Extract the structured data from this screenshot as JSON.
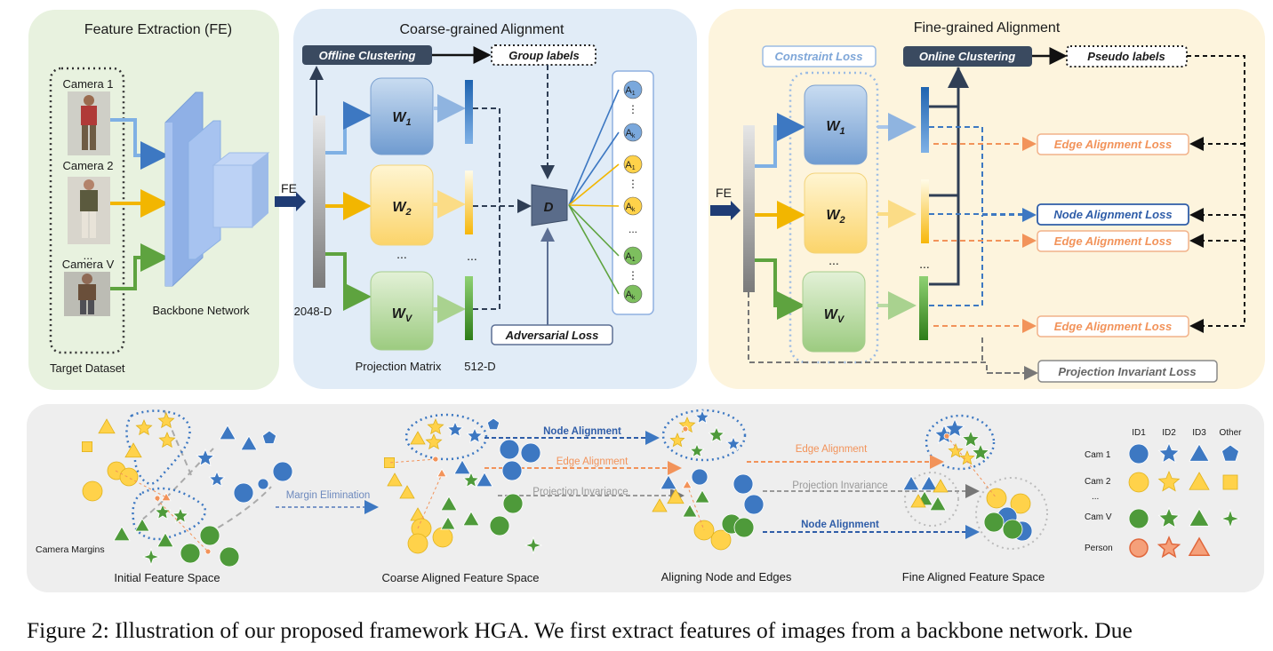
{
  "fe_panel": {
    "title": "Feature Extraction (FE)",
    "cameras": [
      "Camera 1",
      "Camera 2",
      "...",
      "Camera V"
    ],
    "target_dataset": "Target Dataset",
    "backbone": "Backbone Network"
  },
  "coarse_panel": {
    "title": "Coarse-grained Alignment",
    "fe_arrow": "FE",
    "offline_clustering": "Offline Clustering",
    "group_labels": "Group labels",
    "dim_in": "2048-D",
    "w1": "W",
    "w1_sub": "1",
    "w2": "W",
    "w2_sub": "2",
    "wv": "W",
    "wv_sub": "V",
    "ellipsis": "...",
    "discriminator": "D",
    "adversarial_loss": "Adversarial Loss",
    "projection_matrix": "Projection Matrix",
    "dim_out": "512-D",
    "a_nodes": [
      {
        "label": "A",
        "sub": "1",
        "group": "blue"
      },
      {
        "label": "⋮",
        "sub": "",
        "group": "dots"
      },
      {
        "label": "A",
        "sub": "k",
        "group": "blue"
      },
      {
        "label": "A",
        "sub": "1",
        "group": "yellow"
      },
      {
        "label": "⋮",
        "sub": "",
        "group": "dots"
      },
      {
        "label": "A",
        "sub": "k",
        "group": "yellow"
      },
      {
        "label": "...",
        "sub": "",
        "group": "dots"
      },
      {
        "label": "A",
        "sub": "1",
        "group": "green"
      },
      {
        "label": "⋮",
        "sub": "",
        "group": "dots"
      },
      {
        "label": "A",
        "sub": "k",
        "group": "green"
      }
    ]
  },
  "fine_panel": {
    "title": "Fine-grained Alignment",
    "fe_arrow": "FE",
    "constraint_loss": "Constraint Loss",
    "online_clustering": "Online Clustering",
    "pseudo_labels": "Pseudo labels",
    "edge_loss_1": "Edge Alignment Loss",
    "node_loss": "Node Alignment Loss",
    "edge_loss_2": "Edge Alignment Loss",
    "edge_loss_3": "Edge Alignment Loss",
    "proj_loss": "Projection Invariant Loss",
    "w1": "W",
    "w1_sub": "1",
    "w2": "W",
    "w2_sub": "2",
    "wv": "W",
    "wv_sub": "V",
    "ellipsis": "..."
  },
  "bottom_panel": {
    "camera_margins": "Camera Margins",
    "initial": "Initial Feature Space",
    "margin_elimination": "Margin Elimination",
    "node_alignment_1": "Node Alignment",
    "edge_alignment_1": "Edge Alignment",
    "projection_invariance_1": "Projection Invariance",
    "coarse": "Coarse Aligned Feature Space",
    "edge_alignment_2": "Edge Alignment",
    "projection_invariance_2": "Projection Invariance",
    "node_alignment_2": "Node Alignment",
    "aligning": "Aligning Node and Edges",
    "fine": "Fine Aligned Feature Space",
    "legend_cols": [
      "ID1",
      "ID2",
      "ID3",
      "Other"
    ],
    "legend_rows": [
      "Cam 1",
      "Cam  2",
      "...",
      "Cam  V",
      "Person"
    ]
  },
  "colors": {
    "blue": "#3d78c2",
    "yellow": "#ffd24a",
    "green": "#4e9a3a",
    "orange": "#f2935a",
    "navy": "#2f3e55",
    "panel_green": "#e8f2df",
    "panel_blue": "#e1ecf7",
    "panel_yellow": "#fdf4dd",
    "panel_gray": "#eeeeee"
  },
  "caption": "Figure 2: Illustration of our proposed framework HGA. We first extract features of images from a backbone network. Due"
}
